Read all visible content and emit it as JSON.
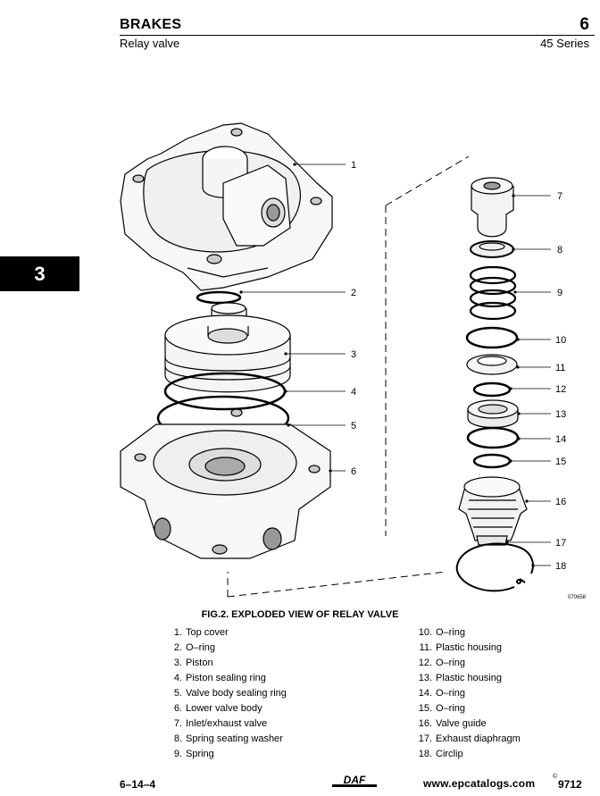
{
  "header": {
    "title": "BRAKES",
    "chapter": "6",
    "subtitle": "Relay valve",
    "series": "45 Series"
  },
  "side_tab": {
    "label": "3"
  },
  "figure": {
    "caption": "FIG.2. EXPLODED VIEW OF RELAY VALVE",
    "drawing_id": "070658",
    "callouts": [
      "1",
      "2",
      "3",
      "4",
      "5",
      "6",
      "7",
      "8",
      "9",
      "10",
      "11",
      "12",
      "13",
      "14",
      "15",
      "16",
      "17",
      "18"
    ]
  },
  "parts_left": [
    {
      "num": "1.",
      "name": "Top cover"
    },
    {
      "num": "2.",
      "name": "O–ring"
    },
    {
      "num": "3.",
      "name": "Piston"
    },
    {
      "num": "4.",
      "name": "Piston sealing ring"
    },
    {
      "num": "5.",
      "name": "Valve body sealing ring"
    },
    {
      "num": "6.",
      "name": "Lower valve body"
    },
    {
      "num": "7.",
      "name": "Inlet/exhaust valve"
    },
    {
      "num": "8.",
      "name": "Spring seating washer"
    },
    {
      "num": "9.",
      "name": "Spring"
    }
  ],
  "parts_right": [
    {
      "num": "10.",
      "name": "O–ring"
    },
    {
      "num": "11.",
      "name": "Plastic housing"
    },
    {
      "num": "12.",
      "name": "O–ring"
    },
    {
      "num": "13.",
      "name": "Plastic housing"
    },
    {
      "num": "14.",
      "name": "O–ring"
    },
    {
      "num": "15.",
      "name": "O–ring"
    },
    {
      "num": "16.",
      "name": "Valve guide"
    },
    {
      "num": "17.",
      "name": "Exhaust diaphragm"
    },
    {
      "num": "18.",
      "name": "Circlip"
    }
  ],
  "footer": {
    "page": "6–14–4",
    "logo_text": "DAF",
    "url": "www.epcatalogs.com",
    "copyright": "©",
    "code": "9712"
  }
}
